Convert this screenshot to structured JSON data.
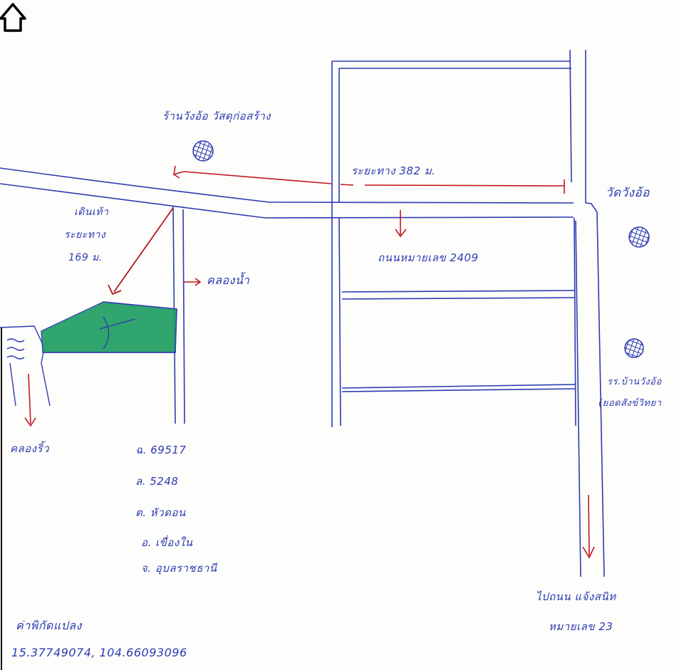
{
  "colors": {
    "ink_blue": "#2d3bb2",
    "ink_red": "#c0161c",
    "plot_green": "#1f9e63",
    "paper": "#fdfdfb"
  },
  "north_arrow": {
    "icon": "north-arrow-icon"
  },
  "labels": {
    "shop": "ร้านวังอ้อ วัสดุก่อสร้าง",
    "distance_road": "ระยะทาง 382 ม.",
    "temple": "วัดวังอ้อ",
    "walk_line1": "เดินเท้า",
    "walk_line2": "ระยะทาง",
    "walk_line3": "169 ม.",
    "road_name": "ถนนหมายเลข 2409",
    "canal": "คลองน้ำ",
    "school_line1": "รร.บ้านวังอ้อ",
    "school_line2": "(ยอดสังข์วิทยา",
    "khlong_riw": "คลองริ้ว",
    "to_road_line1": "ไปถนน แจ้งสนิท",
    "to_road_line2": "หมายเลข 23",
    "coords_title": "ค่าพิกัดแปลง",
    "coords_value": "15.37749074, 104.66093096"
  },
  "deed_info": [
    "ฉ. 69517",
    "ล. 5248",
    "ต. หัวดอน",
    "อ. เขื่องใน",
    "จ. อุบลราชธานี"
  ],
  "landmark_icons": [
    "shop-landmark-icon",
    "temple-landmark-icon",
    "school-landmark-icon"
  ]
}
